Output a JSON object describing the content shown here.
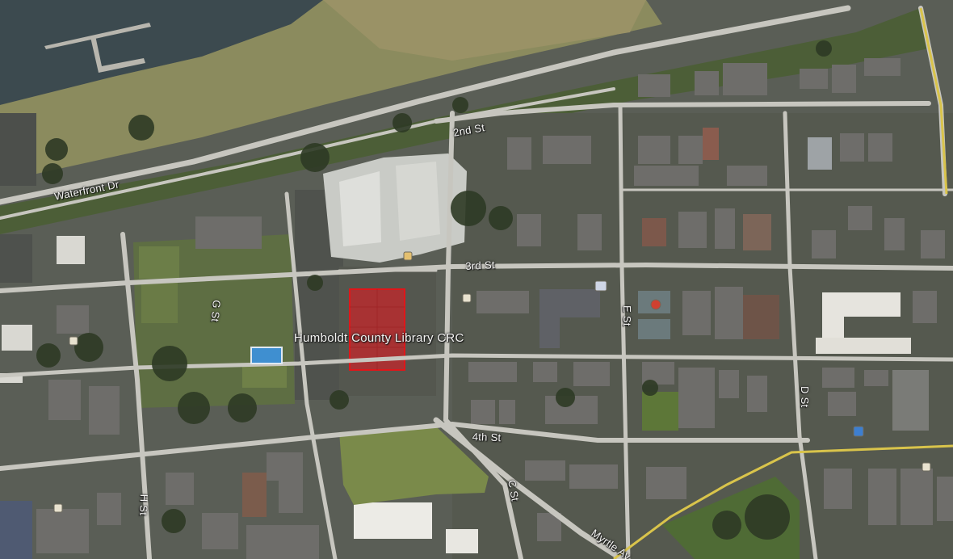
{
  "map": {
    "type": "satellite",
    "highlight": {
      "label": "Humboldt County Library CRC",
      "outline_color": "#e0161a",
      "fill_color": "#c0282b"
    },
    "street_labels": {
      "waterfront": "Waterfront Dr",
      "second": "2nd St",
      "third": "3rd St",
      "fourth": "4th St",
      "e_st": "E St",
      "d_st": "D St",
      "h_st": "H St",
      "g_st": "G St",
      "c_st": "C St",
      "myrtle": "Myrtle Av"
    },
    "colors": {
      "water": "#3c4a4f",
      "grass": "#7d8a52",
      "road": "#c7c6bf",
      "arterial": "#d9c44b"
    }
  }
}
